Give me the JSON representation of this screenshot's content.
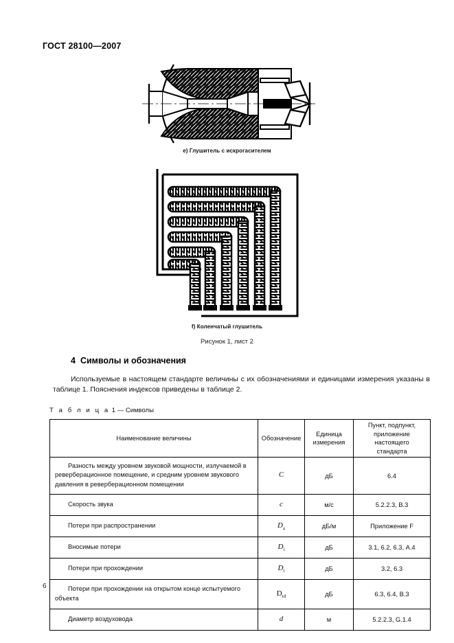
{
  "header": {
    "standard_title": "ГОСТ 28100—2007"
  },
  "figures": {
    "figure_a": {
      "caption": "e) Глушитель с искрогасителем",
      "icon": "silencer-with-spark-arrester-diagram"
    },
    "figure_b": {
      "caption": "f) Коленчатый глушитель",
      "icon": "elbow-silencer-diagram"
    },
    "figure_number": "Рисунок 1, лист 2"
  },
  "section": {
    "number": "4",
    "title": "Символы и обозначения",
    "paragraph": "Используемые в настоящем стандарте величины с их обозначениями и единицами измерения указаны в таблице 1. Пояснения индексов приведены в таблице 2."
  },
  "table": {
    "caption_label": "Т а б л и ц а",
    "caption_number": "1",
    "caption_dash": "—",
    "caption_title": "Символы",
    "headers": {
      "name": "Наименование величины",
      "symbol": "Обозначение",
      "unit": "Единица\nизмерения",
      "unit_line1": "Единица",
      "unit_line2": "измерения",
      "reference_line1": "Пункт, подпункт,",
      "reference_line2": "приложение",
      "reference_line3": "настоящего",
      "reference_line4": "стандарта"
    },
    "rows": [
      {
        "name": "Разность между уровнем звуковой мощности, излучаемой в реверберационное помещение, и средним уровнем звукового давления в реверберационном помещении",
        "symbol_base": "C",
        "symbol_sub": "",
        "unit": "дБ",
        "reference": "6.4"
      },
      {
        "name": "Скорость звука",
        "symbol_base": "c",
        "symbol_sub": "",
        "unit": "м/с",
        "reference": "5.2.2.3, В.3"
      },
      {
        "name": "Потери при распространении",
        "symbol_base": "D",
        "symbol_sub": "a",
        "unit": "дБ/м",
        "reference": "Приложение F"
      },
      {
        "name": "Вносимые потери",
        "symbol_base": "D",
        "symbol_sub": "i",
        "unit": "дБ",
        "reference": "3.1, 6.2, 6.3, А.4"
      },
      {
        "name": "Потери при прохождении",
        "symbol_base": "D",
        "symbol_sub": "t",
        "unit": "дБ",
        "reference": "3.2, 6.3"
      },
      {
        "name": "Потери при прохождении на открытом конце испытуемого объекта",
        "symbol_base": "D",
        "symbol_sub": "td",
        "unit": "дБ",
        "reference": "6.3, 6.4, В.3"
      },
      {
        "name": "Диаметр воздуховода",
        "symbol_base": "d",
        "symbol_sub": "",
        "unit": "м",
        "reference": "5.2.2.3, G.1.4"
      }
    ]
  },
  "footer": {
    "page_number": "6"
  }
}
